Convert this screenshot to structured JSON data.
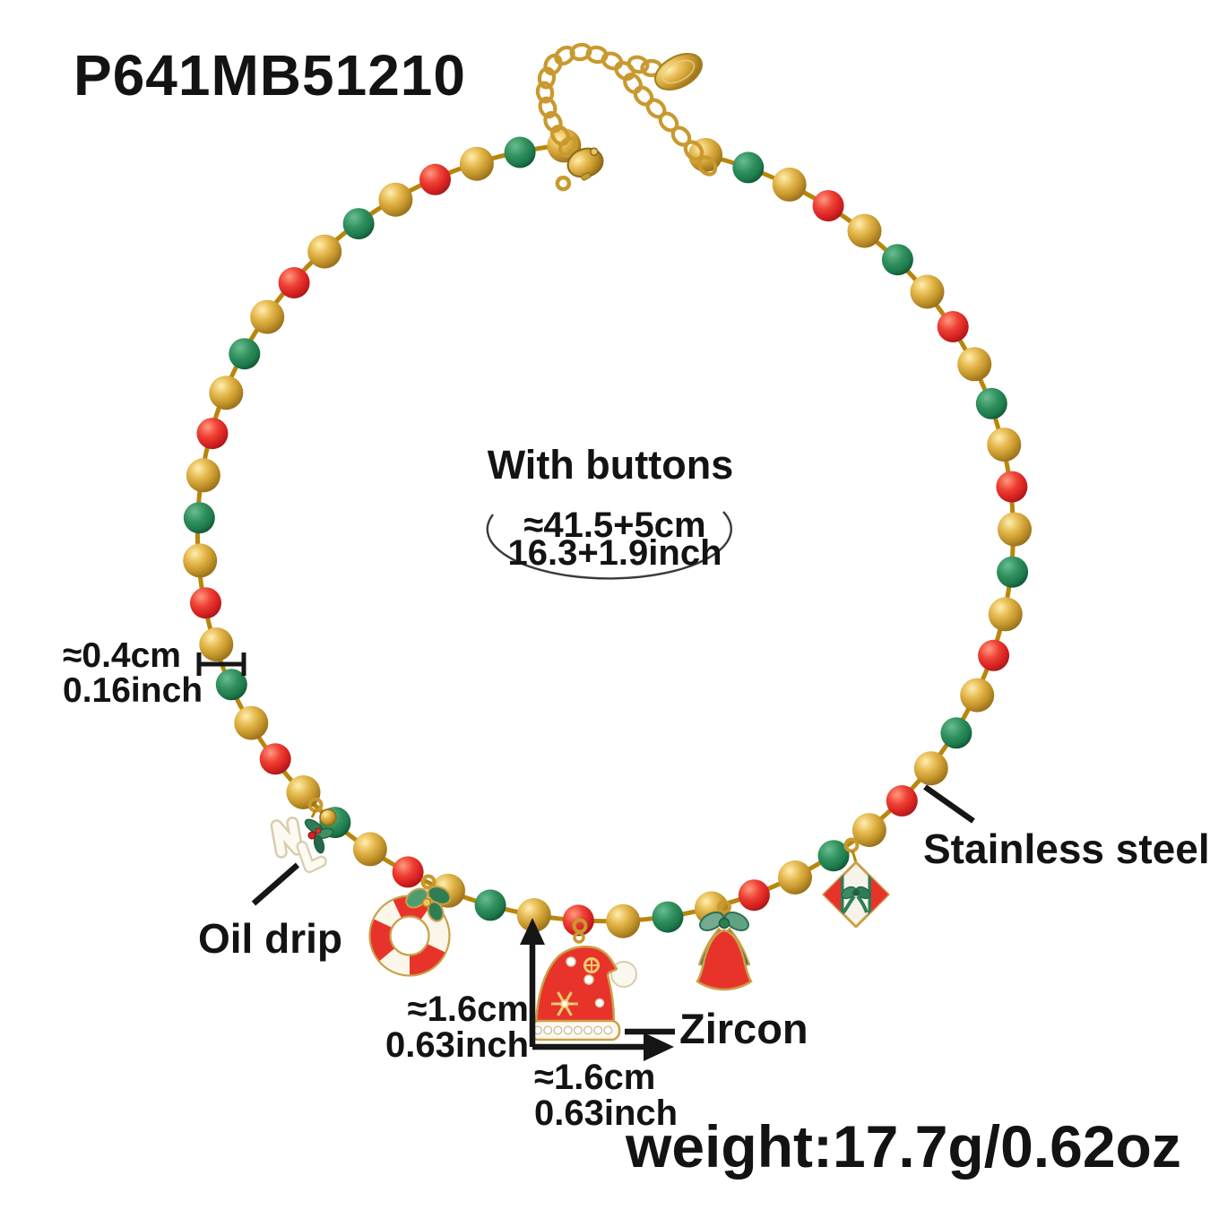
{
  "product": {
    "code": "P641MB51210",
    "weight": "weight:17.7g/0.62oz"
  },
  "annotations": {
    "length": {
      "heading": "With buttons",
      "cm": "≈41.5+5cm",
      "inch": "16.3+1.9inch"
    },
    "bead_size": {
      "cm": "≈0.4cm",
      "inch": "0.16inch"
    },
    "charm_height": {
      "cm": "≈1.6cm",
      "inch": "0.63inch"
    },
    "charm_width": {
      "cm": "≈1.6cm",
      "inch": "0.63inch"
    },
    "material_label": "Stainless steel",
    "enamel_label": "Oil drip",
    "stone_label": "Zircon"
  },
  "necklace": {
    "bead_count": 55,
    "pattern": "gold bead alternating with red/green enamel beads",
    "colors": {
      "gold": "#c8992e",
      "red": "#de2428",
      "green": "#1e7a4c",
      "wire": "#b8860b"
    },
    "charms": [
      "noel-letters",
      "candy-wreath",
      "santa-hat",
      "ribbon-bell",
      "gift-box"
    ]
  }
}
